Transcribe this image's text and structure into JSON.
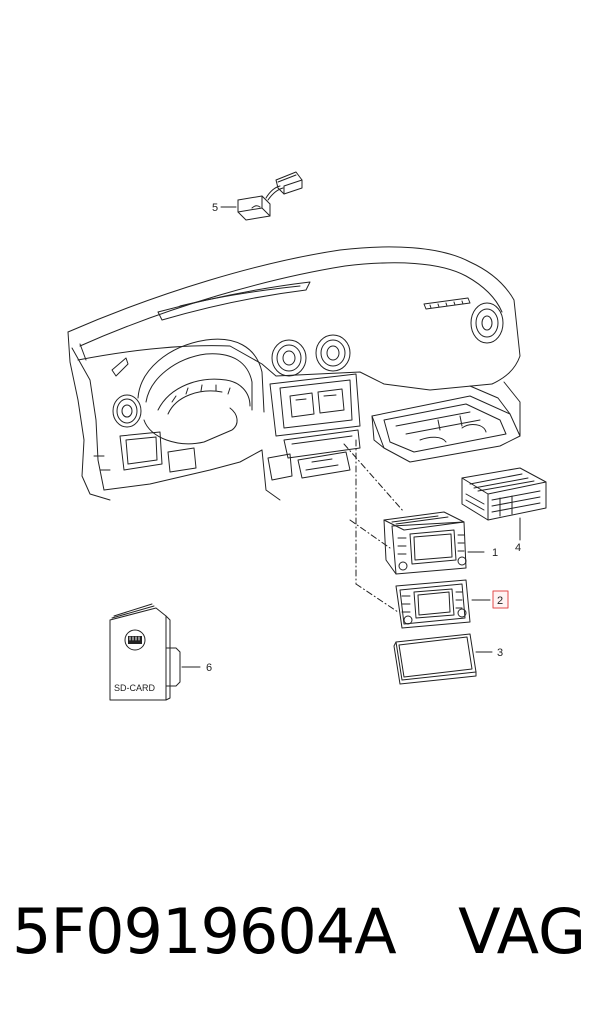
{
  "diagram": {
    "callouts": [
      {
        "id": "1",
        "label": "1",
        "highlighted": false
      },
      {
        "id": "2",
        "label": "2",
        "highlighted": true
      },
      {
        "id": "3",
        "label": "3",
        "highlighted": false
      },
      {
        "id": "4",
        "label": "4",
        "highlighted": false
      },
      {
        "id": "5",
        "label": "5",
        "highlighted": false
      },
      {
        "id": "6",
        "label": "6",
        "highlighted": false
      }
    ],
    "sd_card_label": "SD-CARD",
    "highlight_color": "#e04848",
    "line_color": "#222222"
  },
  "footer": {
    "part_number": "5F0919604A",
    "brand": "VAG"
  }
}
